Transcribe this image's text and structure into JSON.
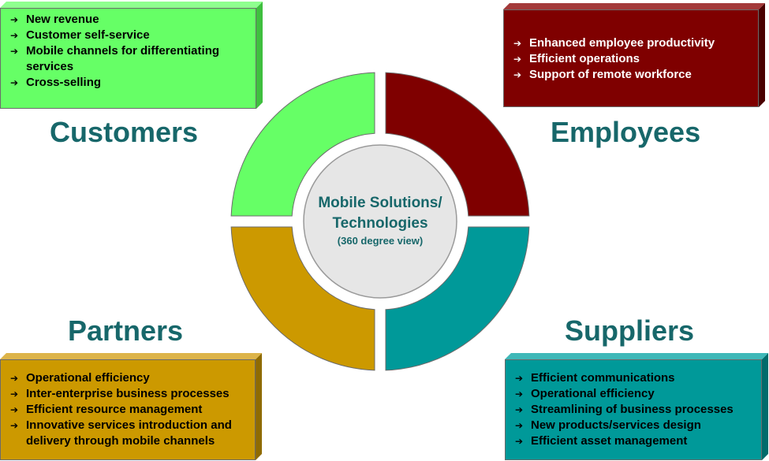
{
  "center": {
    "title_line1": "Mobile Solutions/",
    "title_line2": "Technologies",
    "subtitle": "(360 degree view)"
  },
  "colors": {
    "customers": "#66ff66",
    "employees": "#7f0000",
    "partners": "#cc9900",
    "suppliers": "#009999",
    "heading": "#17676a",
    "hub": "#e6e6e6"
  },
  "bullet_icon": "right-arrow-icon",
  "bullet_glyph": "➔",
  "quadrants": {
    "customers": {
      "heading": "Customers",
      "items": [
        "New revenue",
        "Customer self-service",
        "Mobile channels for differentiating services",
        "Cross-selling"
      ]
    },
    "employees": {
      "heading": "Employees",
      "items": [
        "Enhanced employee productivity",
        "Efficient operations",
        "Support of remote workforce"
      ]
    },
    "partners": {
      "heading": "Partners",
      "items": [
        "Operational efficiency",
        "Inter-enterprise business processes",
        "Efficient resource management",
        "Innovative services introduction and delivery through mobile channels"
      ]
    },
    "suppliers": {
      "heading": "Suppliers",
      "items": [
        "Efficient communications",
        "Operational efficiency",
        "Streamlining of business processes",
        "New products/services design",
        "Efficient asset management"
      ]
    }
  }
}
